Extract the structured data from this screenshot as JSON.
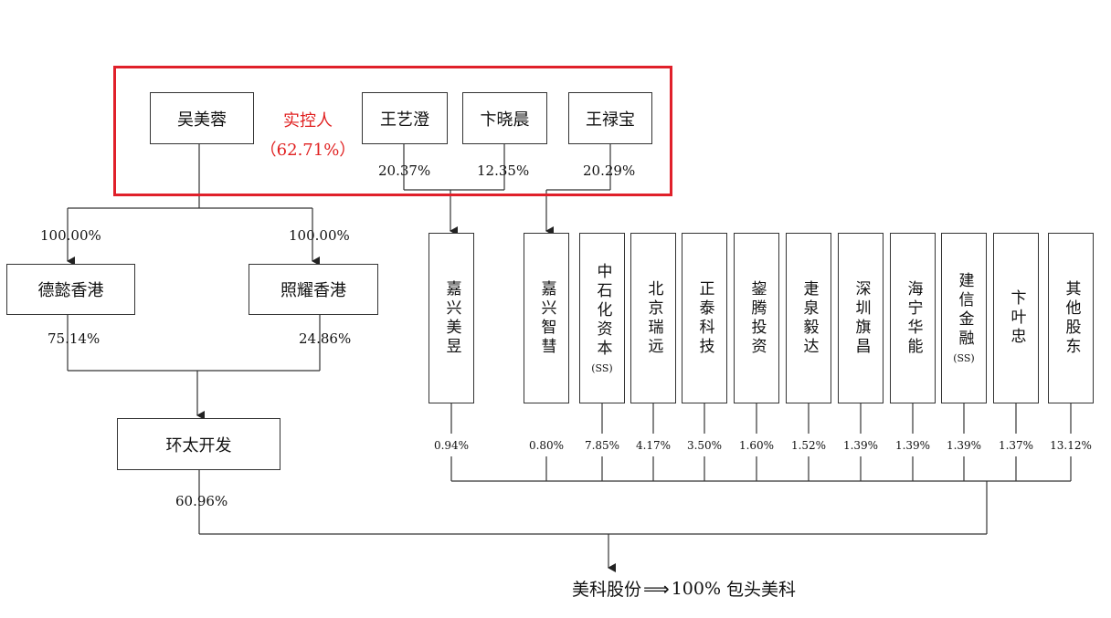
{
  "controller": {
    "person_main": "吴美蓉",
    "label": "实控人",
    "share": "（62.71%）",
    "persons": [
      {
        "name": "王艺澄",
        "pct": "20.37%"
      },
      {
        "name": "卞晓晨",
        "pct": "12.35%"
      },
      {
        "name": "王禄宝",
        "pct": "20.29%"
      }
    ]
  },
  "hk_entities": [
    {
      "name": "德懿香港",
      "owned_pct": "100.00%",
      "holds_pct": "75.14%"
    },
    {
      "name": "照耀香港",
      "owned_pct": "100.00%",
      "holds_pct": "24.86%"
    }
  ],
  "huantai": {
    "name": "环太开发",
    "pct": "60.96%"
  },
  "shareholders": [
    {
      "name": "嘉兴美昱",
      "note": "",
      "pct": "0.94%"
    },
    {
      "name": "嘉兴智彗",
      "note": "",
      "pct": "0.80%"
    },
    {
      "name": "中石化资本",
      "note": "(SS)",
      "pct": "7.85%"
    },
    {
      "name": "北京瑞远",
      "note": "",
      "pct": "4.17%"
    },
    {
      "name": "正泰科技",
      "note": "",
      "pct": "3.50%"
    },
    {
      "name": "鋆腾投资",
      "note": "",
      "pct": "1.60%"
    },
    {
      "name": "疌泉毅达",
      "note": "",
      "pct": "1.52%"
    },
    {
      "name": "深圳旗昌",
      "note": "",
      "pct": "1.39%"
    },
    {
      "name": "海宁华能",
      "note": "",
      "pct": "1.39%"
    },
    {
      "name": "建信金融",
      "note": "(SS)",
      "pct": "1.39%"
    },
    {
      "name": "卞叶忠",
      "note": "",
      "pct": "1.37%"
    },
    {
      "name": "其他股东",
      "note": "",
      "pct": "13.12%"
    }
  ],
  "bottom": {
    "company": "美科股份",
    "arrow": "⟹",
    "pct": "100%",
    "subsidiary": "包头美科"
  },
  "colors": {
    "highlight": "#e0202a",
    "line": "#333333"
  }
}
